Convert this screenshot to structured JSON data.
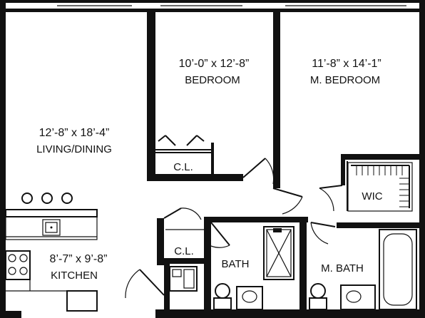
{
  "rooms": {
    "living": {
      "dims": "12’-8” x 18’-4”",
      "name": "LIVING/DINING"
    },
    "bedroom": {
      "dims": "10’-0” x 12’-8”",
      "name": "BEDROOM"
    },
    "master_bedroom": {
      "dims": "11’-8” x 14’-1”",
      "name": "M. BEDROOM"
    },
    "kitchen": {
      "dims": "8’-7” x 9’-8”",
      "name": "KITCHEN"
    },
    "closet_bedroom": {
      "name": "C.L."
    },
    "closet_hall": {
      "name": "C.L."
    },
    "walk_in_closet": {
      "name": "WIC"
    },
    "bath": {
      "name": "BATH"
    },
    "master_bath": {
      "name": "M. BATH"
    }
  },
  "colors": {
    "ink": "#111111",
    "paper": "#ffffff"
  }
}
